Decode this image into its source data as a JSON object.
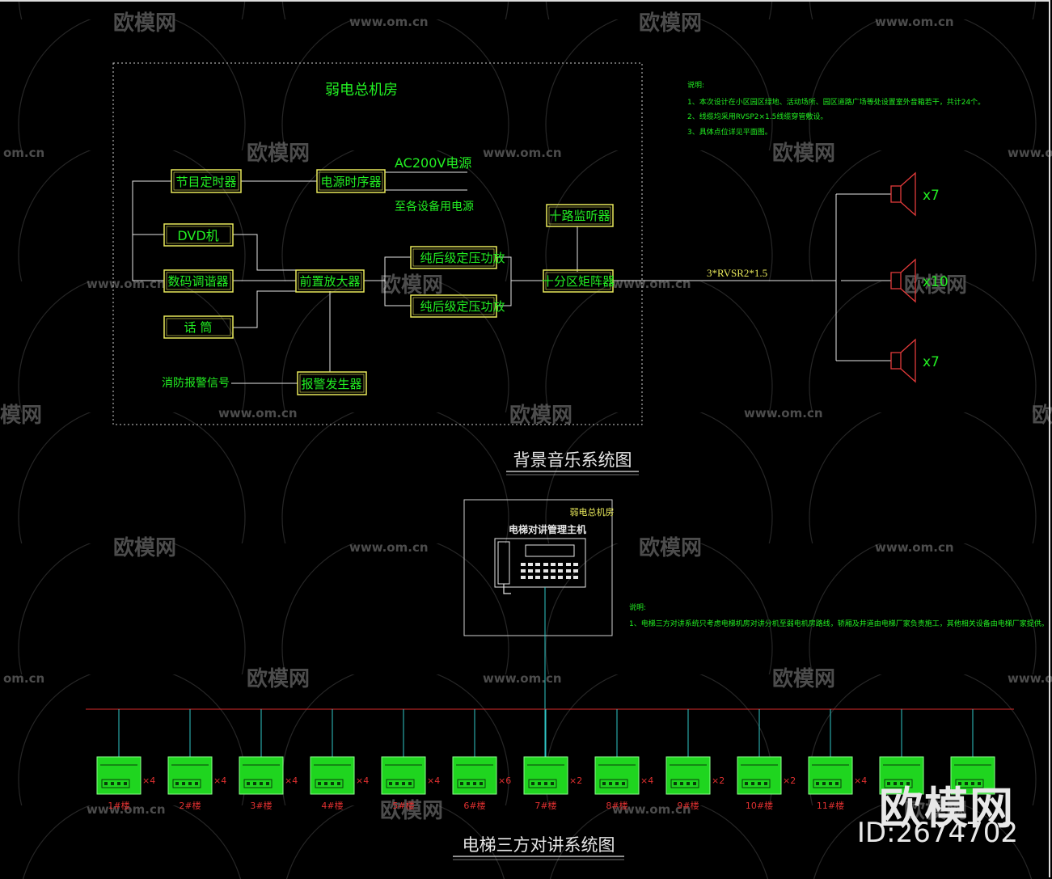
{
  "watermarks": {
    "brand": "欧模网",
    "site": "www.om.cn",
    "site_cut": "om.cn",
    "brand_cut": "模网",
    "big_brand": "欧模网",
    "id": "ID:2674702"
  },
  "bgm": {
    "room_title": "弱电总机房",
    "diagram_title": "背景音乐系统图",
    "boxes": {
      "timer": "节目定时器",
      "sequencer": "电源时序器",
      "dvd": "DVD机",
      "tuner": "数码调谐器",
      "mic": "话  筒",
      "preamp": "前置放大器",
      "alarm_gen": "报警发生器",
      "amp1": "纯后级定压功放",
      "amp2": "纯后级定压功放",
      "monitor": "十路监听器",
      "matrix": "十分区矩阵器"
    },
    "ac_power": "AC200V电源",
    "equip_power": "至各设备用电源",
    "fire_signal": "消防报警信号",
    "cable": "3*RVSR2*1.5",
    "speakers": [
      "x7",
      "x10",
      "x7"
    ],
    "notes_title": "说明:",
    "notes": [
      "1、本次设计在小区园区绿地、活动场所、园区道路广场等处设置室外音箱若干，共计24个。",
      "2、线缆均采用RVSP2×1.5线缆穿管敷设。",
      "3、具体点位详见平面图。"
    ]
  },
  "intercom": {
    "diagram_title": "电梯三方对讲系统图",
    "room": "弱电总机房",
    "host": "电梯对讲管理主机",
    "notes_title": "说明:",
    "notes": [
      "1、电梯三方对讲系统只考虑电梯机房对讲分机至弱电机房路线，轿厢及井道由电梯厂家负责施工，其他相关设备由电梯厂家提供。"
    ],
    "buildings": [
      {
        "label": "1#楼",
        "qty": "×4"
      },
      {
        "label": "2#楼",
        "qty": "×4"
      },
      {
        "label": "3#楼",
        "qty": "×4"
      },
      {
        "label": "4#楼",
        "qty": "×4"
      },
      {
        "label": "5#楼",
        "qty": "×4"
      },
      {
        "label": "6#楼",
        "qty": "×6"
      },
      {
        "label": "7#楼",
        "qty": "×2"
      },
      {
        "label": "8#楼",
        "qty": "×4"
      },
      {
        "label": "9#楼",
        "qty": "×2"
      },
      {
        "label": "10#楼",
        "qty": "×2"
      },
      {
        "label": "11#楼",
        "qty": "×4"
      },
      {
        "label": "",
        "qty": ""
      },
      {
        "label": "",
        "qty": ""
      }
    ]
  },
  "colors": {
    "line_white": "#e6e6e6",
    "box_yellow": "#e8e85a",
    "text_green": "#22ee22",
    "speaker_red": "#e23a3a",
    "bus_red": "#d92b2b",
    "cyan": "#30c8c8",
    "label_red": "#e03030"
  }
}
